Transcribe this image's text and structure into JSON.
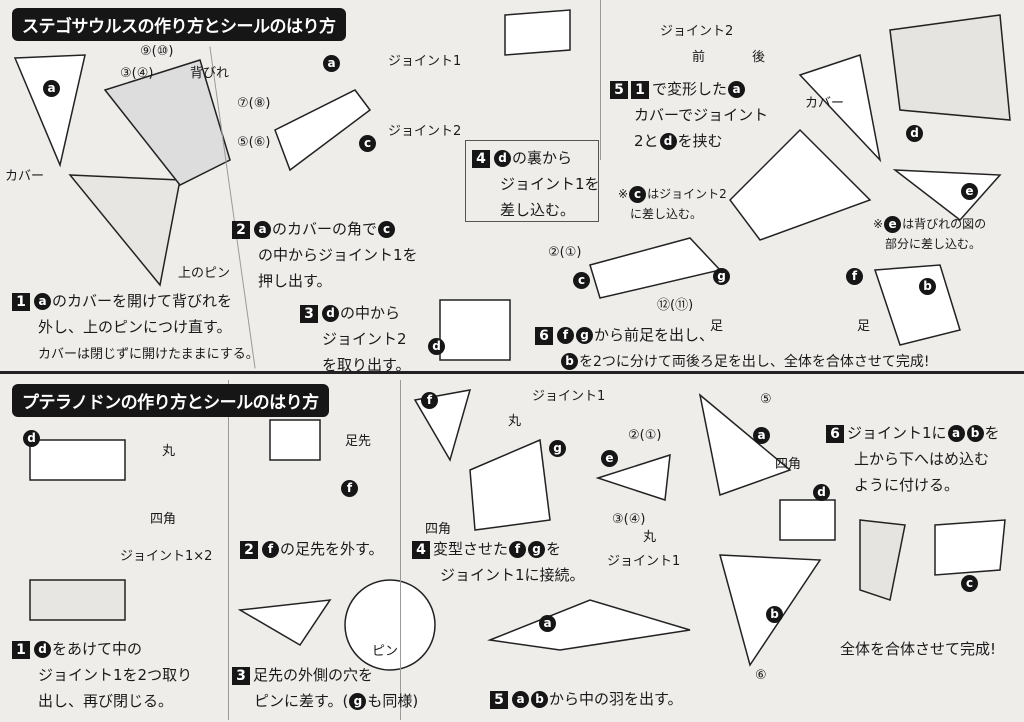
{
  "top": {
    "title": "ステゴサウルスの作り方とシールのはり方",
    "labels": {
      "s9_10": "⑨(⑩)",
      "s3_4": "③(④)",
      "dorsal_fin": "背びれ",
      "s7_8": "⑦(⑧)",
      "s5_6": "⑤(⑥)",
      "cover": "カバー",
      "upper_pin": "上のピン",
      "joint1": "ジョイント1",
      "joint2": "ジョイント2",
      "joint2_top": "ジョイント2",
      "front": "前",
      "back": "後",
      "cover2": "カバー",
      "s2_1": "②(①)",
      "s12_11": "⑫(⑪)",
      "leg1": "足",
      "leg2": "足"
    },
    "step1": {
      "num": "1",
      "badge": "a",
      "l1": "のカバーを開けて背びれを",
      "l2": "外し、上のピンにつけ直す。",
      "l3": "カバーは閉じずに開けたままにする。"
    },
    "step2": {
      "num": "2",
      "badge1": "a",
      "l1": "のカバーの角で",
      "badge2": "c",
      "l2": "の中からジョイント1を",
      "l3": "押し出す。"
    },
    "step3": {
      "num": "3",
      "badge": "d",
      "l1": "の中から",
      "l2": "ジョイント2",
      "l3": "を取り出す。"
    },
    "step4": {
      "num": "4",
      "badge": "d",
      "l1": "の裏から",
      "l2": "ジョイント1を",
      "l3": "差し込む。"
    },
    "step5": {
      "num1": "5",
      "num2": "1",
      "l1": "で変形した",
      "badge1": "a",
      "l2": "カバーでジョイント",
      "l3a": "2と",
      "badge2": "d",
      "l3b": "を挟む"
    },
    "note_c": {
      "mark": "※",
      "badge": "c",
      "l1": "はジョイント2",
      "l2": "に差し込む。"
    },
    "note_e": {
      "mark": "※",
      "badge": "e",
      "l1": "は背びれの図の",
      "l2": "部分に差し込む。"
    },
    "step6": {
      "num": "6",
      "badge1": "f",
      "badge2": "g",
      "l1": "から前足を出し、",
      "badge3": "b",
      "l2": "を2つに分けて両後ろ足を出し、全体を合体させて完成!"
    },
    "parts": {
      "a": "a",
      "c": "c",
      "d": "d",
      "d2": "d",
      "d3": "d",
      "e": "e",
      "g": "g",
      "f": "f",
      "b": "b",
      "c2": "c",
      "a2": "a"
    }
  },
  "bottom": {
    "title": "プテラノドンの作り方とシールのはり方",
    "labels": {
      "round": "丸",
      "square": "四角",
      "joint1x2": "ジョイント1×2",
      "toe": "足先",
      "pin": "ピン",
      "joint1": "ジョイント1",
      "round2": "丸",
      "square2": "四角",
      "s5": "⑤",
      "s2_1": "②(①)",
      "square3": "四角",
      "s3_4": "③(④)",
      "round3": "丸",
      "joint1b": "ジョイント1",
      "s6": "⑥"
    },
    "step1": {
      "num": "1",
      "badge": "d",
      "l1": "をあけて中の",
      "l2": "ジョイント1を2つ取り",
      "l3": "出し、再び閉じる。"
    },
    "step2": {
      "num": "2",
      "badge": "f",
      "l1": "の足先を外す。"
    },
    "step3": {
      "num": "3",
      "l1": "足先の外側の穴を",
      "l2a": "ピンに差す。(",
      "badge": "g",
      "l2b": "も同様)"
    },
    "step4": {
      "num": "4",
      "l1a": "変型させた",
      "badge1": "f",
      "badge2": "g",
      "l1b": "を",
      "l2": "ジョイント1に接続。"
    },
    "step5": {
      "num": "5",
      "badge1": "a",
      "badge2": "b",
      "l1": "から中の羽を出す。"
    },
    "step6": {
      "num": "6",
      "l1a": "ジョイント1に",
      "badge1": "a",
      "badge2": "b",
      "l1b": "を",
      "l2": "上から下へはめ込む",
      "l3": "ように付ける。"
    },
    "complete": "全体を合体させて完成!",
    "parts": {
      "d": "d",
      "f": "f",
      "f2": "f",
      "g": "g",
      "e": "e",
      "a": "a",
      "a2": "a",
      "d2": "d",
      "c": "c",
      "b": "b"
    }
  }
}
